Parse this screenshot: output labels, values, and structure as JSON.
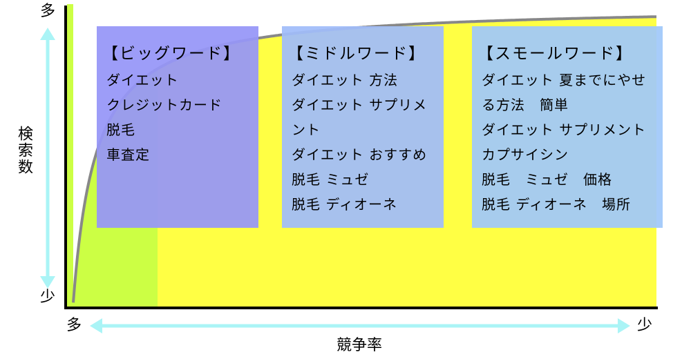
{
  "axes": {
    "y_title": "検索数",
    "y_high": "多",
    "y_low": "少",
    "x_title": "競争率",
    "x_high": "多",
    "x_low": "少"
  },
  "panels": {
    "big": {
      "title": "【ビッグワード】",
      "items": [
        "ダイエット",
        "クレジットカード",
        "脱毛",
        "車査定"
      ]
    },
    "middle": {
      "title": "【ミドルワード】",
      "items": [
        "ダイエット 方法",
        "ダイエット サプリメント",
        "ダイエット おすすめ",
        "脱毛 ミュゼ",
        "脱毛 ディオーネ"
      ]
    },
    "small": {
      "title": "【スモールワード】",
      "items": [
        "ダイエット 夏までにやせる方法　簡単",
        "ダイエット サプリメント カプサイシン",
        "脱毛　ミュゼ　価格",
        "脱毛 ディオーネ　場所"
      ]
    }
  },
  "colors": {
    "head_fill": "#ccff44",
    "tail_fill": "#ffff44",
    "curve": "#888888",
    "arrow": "#aaf4f6",
    "axis": "#000000"
  }
}
